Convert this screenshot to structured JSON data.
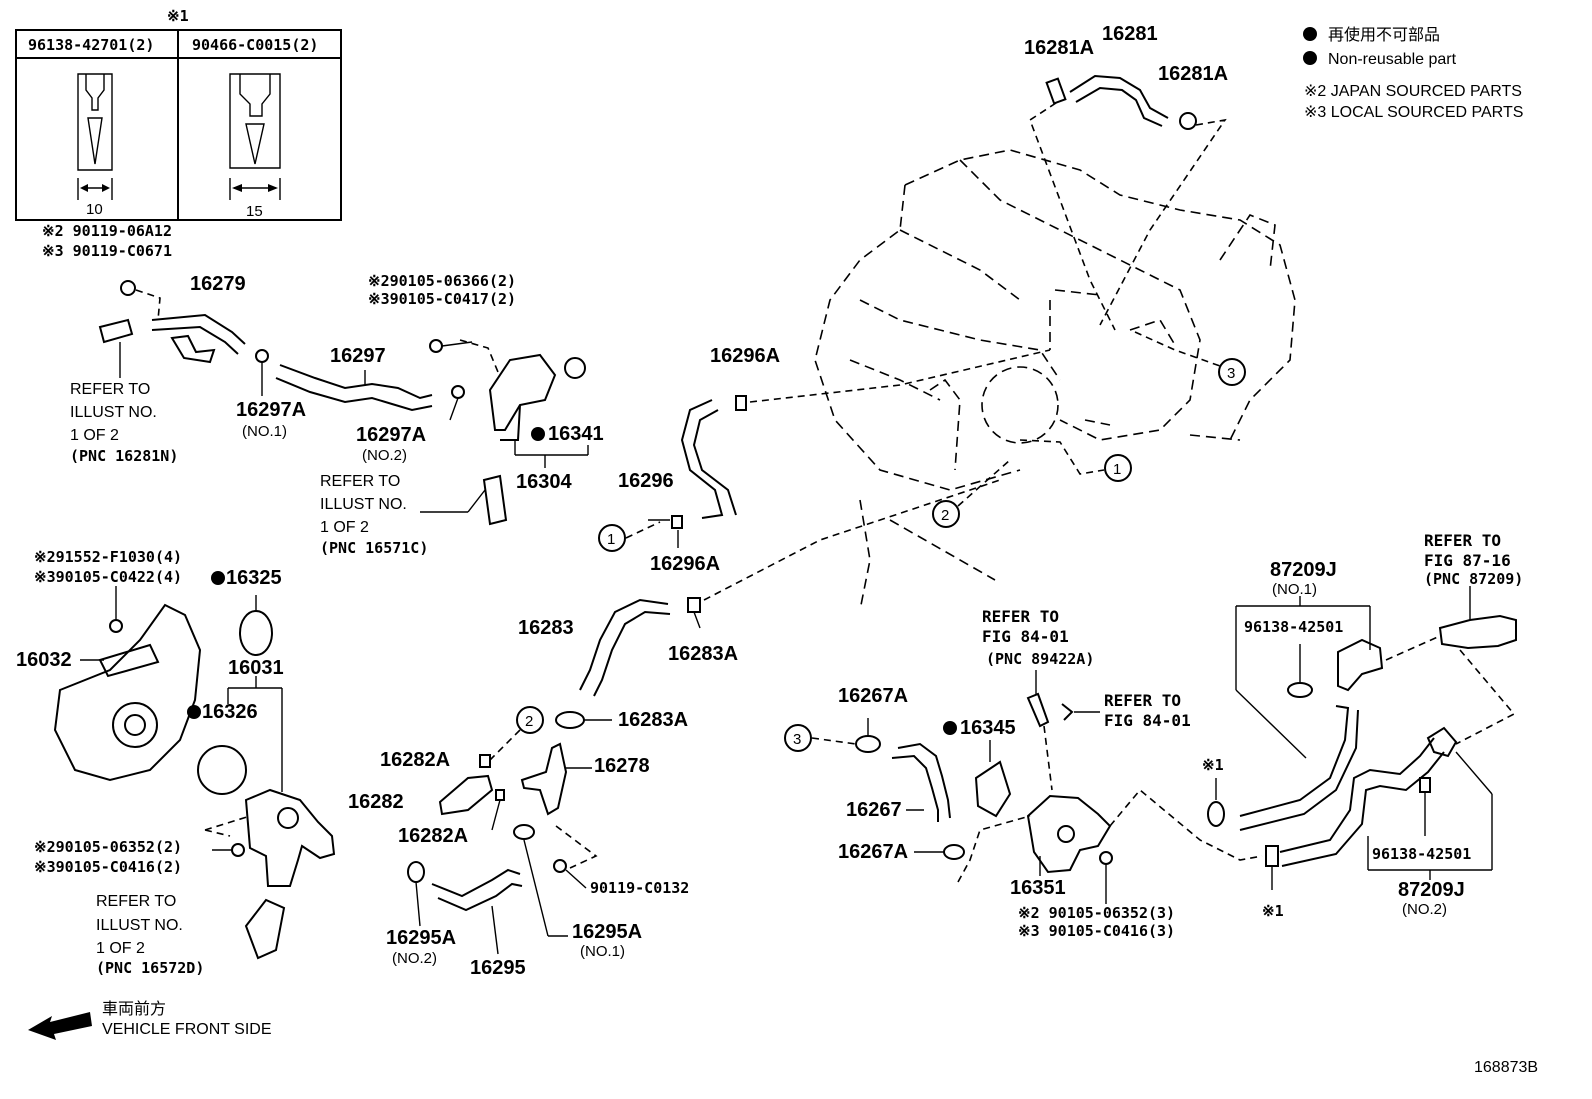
{
  "legend": {
    "nonreusable_jp": "再使用不可部品",
    "nonreusable_en": "Non-reusable part",
    "japan_sourced": "※2 JAPAN SOURCED PARTS",
    "local_sourced": "※3 LOCAL SOURCED PARTS"
  },
  "clip_table": {
    "note": "※1",
    "col1": "96138-42701(2)",
    "col2": "90466-C0015(2)",
    "dim1": "10",
    "dim2": "15"
  },
  "labels": {
    "p16281": "16281",
    "p16281a_1": "16281A",
    "p16281a_2": "16281A",
    "p16279": "16279",
    "bolt_top_2": "※2 90119-06A12",
    "bolt_top_3": "※3 90119-C0671",
    "p16297": "16297",
    "p16297a_no1": "16297A",
    "no1_a": "(NO.1)",
    "p16297a_no2": "16297A",
    "no2_a": "(NO.2)",
    "bolt_mid_2": "※290105-06366(2)",
    "bolt_mid_3": "※390105-C0417(2)",
    "p16341": "16341",
    "p16304": "16304",
    "p16296a_top": "16296A",
    "p16296": "16296",
    "p16296a_bot": "16296A",
    "p16283": "16283",
    "p16283a_1": "16283A",
    "p16283a_2": "16283A",
    "p16282a_1": "16282A",
    "p16282": "16282",
    "p16282a_2": "16282A",
    "p16278": "16278",
    "bolt_90119_c0132": "90119-C0132",
    "p16295": "16295",
    "p16295a_no2": "16295A",
    "no2_b": "(NO.2)",
    "p16295a_no1": "16295A",
    "no1_b": "(NO.1)",
    "bolt_wp_2": "※291552-F1030(4)",
    "bolt_wp_3": "※390105-C0422(4)",
    "p16325": "16325",
    "p16032": "16032",
    "p16031": "16031",
    "p16326": "16326",
    "bolt_th_2": "※290105-06352(2)",
    "bolt_th_3": "※390105-C0416(2)",
    "p16267a_1": "16267A",
    "p16345": "16345",
    "p16267": "16267",
    "p16267a_2": "16267A",
    "p16351": "16351",
    "bolt_wo_2": "※2 90105-06352(3)",
    "bolt_wo_3": "※3 90105-C0416(3)",
    "p87209j_1": "87209J",
    "no1_c": "(NO.1)",
    "p96138_1": "96138-42501",
    "p96138_2": "96138-42501",
    "p87209j_2": "87209J",
    "no2_c": "(NO.2)",
    "note1_a": "※1",
    "note1_b": "※1",
    "circle_1a": "1",
    "circle_1b": "1",
    "circle_2a": "2",
    "circle_2b": "2",
    "circle_3a": "3",
    "circle_3b": "3"
  },
  "refs": {
    "r1": [
      "REFER TO",
      "ILLUST NO.",
      "1 OF 2",
      "(PNC 16281N)"
    ],
    "r2": [
      "REFER TO",
      "ILLUST NO.",
      "1 OF 2",
      "(PNC 16571C)"
    ],
    "r3": [
      "REFER TO",
      "ILLUST NO.",
      "1 OF 2",
      "(PNC 16572D)"
    ],
    "r4": [
      "REFER TO",
      "FIG 84-01",
      "(PNC 89422A)"
    ],
    "r5": [
      "REFER TO",
      "FIG 84-01"
    ],
    "r6": [
      "REFER TO",
      "FIG 87-16",
      "(PNC 87209)"
    ]
  },
  "front": {
    "jp": "車両前方",
    "en": "VEHICLE FRONT SIDE"
  },
  "figure_no": "168873B"
}
